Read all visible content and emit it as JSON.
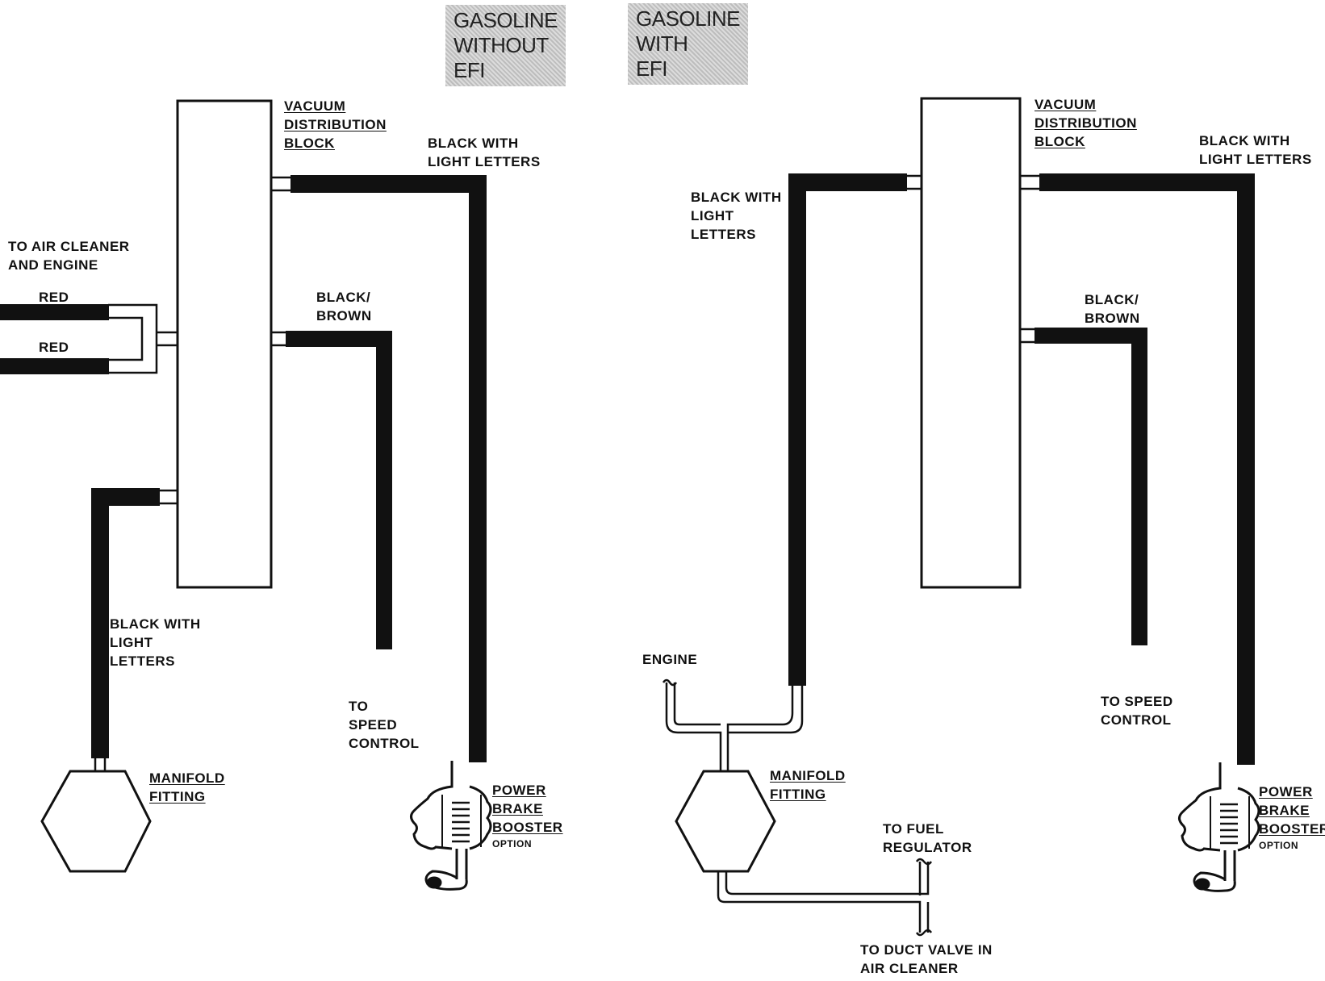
{
  "header": {
    "without_efi": "GASOLINE\nWITHOUT\nEFI",
    "with_efi": "GASOLINE\nWITH\nEFI"
  },
  "left": {
    "vacuum_block": "VACUUM\nDISTRIBUTION\nBLOCK",
    "black_light_top": "BLACK WITH\nLIGHT LETTERS",
    "air_cleaner": "TO AIR CLEANER\nAND ENGINE",
    "red_1": "RED",
    "red_2": "RED",
    "black_brown": "BLACK/\nBROWN",
    "black_light_bottom": "BLACK WITH\nLIGHT\nLETTERS",
    "to_speed": "TO\nSPEED\nCONTROL",
    "manifold": "MANIFOLD\nFITTING",
    "booster": "POWER\nBRAKE\nBOOSTER",
    "option": "OPTION"
  },
  "right": {
    "vacuum_block": "VACUUM\nDISTRIBUTION\nBLOCK",
    "black_light_top": "BLACK WITH\nLIGHT LETTERS",
    "black_light_left": "BLACK WITH\nLIGHT\nLETTERS",
    "black_brown": "BLACK/\nBROWN",
    "engine": "ENGINE",
    "to_speed": "TO SPEED\nCONTROL",
    "manifold": "MANIFOLD\nFITTING",
    "fuel_reg": "TO FUEL\nREGULATOR",
    "duct_valve": "TO DUCT VALVE IN\nAIR CLEANER",
    "booster": "POWER\nBRAKE\nBOOSTER",
    "option": "OPTION"
  }
}
